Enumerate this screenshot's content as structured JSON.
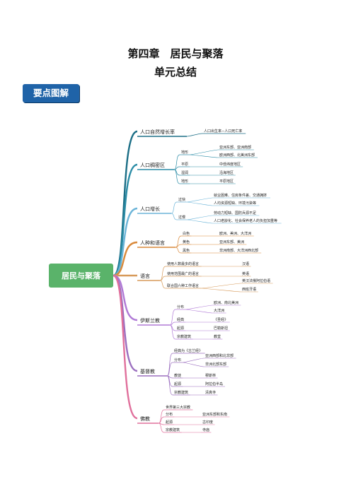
{
  "header": {
    "title": "第四章　居民与聚落",
    "subtitle": "单元总结",
    "badge": "要点图解"
  },
  "root": {
    "label": "居民与聚落",
    "color": "#5ab36a"
  },
  "branches": [
    {
      "label": "人口自然增长率",
      "color": "#1b6e86",
      "items": [
        {
          "label": "人口出生率−人口死亡率"
        }
      ]
    },
    {
      "label": "人口稠密区",
      "color": "#2b8ca6",
      "items": [
        {
          "label": "地形",
          "subs": [
            "亚洲东部、亚洲南部",
            "欧洲西部、北美洲东部"
          ]
        },
        {
          "label": "平原",
          "subs": [
            "中低纬度地区"
          ]
        },
        {
          "label": "湿润",
          "subs": [
            "沿海地区"
          ]
        },
        {
          "label": "地形",
          "subs": [
            "平原地区"
          ]
        }
      ]
    },
    {
      "label": "人口增长",
      "color": "#6bb4d8",
      "items": [
        {
          "label": "过快",
          "subs": [
            "就业困难、住房条件差、交通拥挤",
            "人均资源短缺、环境污染等"
          ]
        },
        {
          "label": "过慢",
          "subs": [
            "劳动力短缺、国防兵源不足",
            "人口老龄化、社会保养老人的负担加重等"
          ]
        }
      ]
    },
    {
      "label": "人种和语言",
      "color": "#d9893a",
      "items": [
        {
          "label": "白色",
          "subs": [
            "欧洲、美洲、大洋洲"
          ]
        },
        {
          "label": "黄色",
          "subs": [
            "亚洲东部、美洲"
          ]
        },
        {
          "label": "黑色",
          "subs": [
            "非洲南部、大洋洲西北部"
          ]
        }
      ]
    },
    {
      "label": "语言",
      "color": "#d79a5a",
      "items": [
        {
          "label": "使用人数最多的语言",
          "subs": [
            "汉语"
          ]
        },
        {
          "label": "使用范围最广的语言",
          "subs": [
            "英语"
          ]
        },
        {
          "label": "联合国六种工作语言",
          "subs": [
            "英汉法俄阿拉伯语",
            "西班牙语"
          ]
        }
      ]
    },
    {
      "label": "伊斯兰教",
      "color": "#b07ad6",
      "items": [
        {
          "label": "分布",
          "subs": [
            "欧洲、南北美洲",
            "大洋洲"
          ]
        },
        {
          "label": "经典",
          "subs": [
            "《圣经》"
          ]
        },
        {
          "label": "起源",
          "subs": [
            "巴勒斯坦"
          ]
        },
        {
          "label": "宗教建筑",
          "subs": [
            "教堂"
          ]
        }
      ]
    },
    {
      "label": "基督教",
      "color": "#9b6fbf",
      "items": [
        {
          "label": "经典为《古兰经》",
          "subs": []
        },
        {
          "label": "分布",
          "subs": [
            "亚洲西部和北非部",
            "非洲北部东部"
          ]
        },
        {
          "label": "教徒",
          "subs": [
            "穆斯林"
          ]
        },
        {
          "label": "起源",
          "subs": [
            "阿拉伯半岛"
          ]
        },
        {
          "label": "宗教建筑",
          "subs": [
            "清真寺"
          ]
        }
      ]
    },
    {
      "label": "佛教",
      "color": "#e0709c",
      "items": [
        {
          "label": "世界第三大宗教",
          "subs": []
        },
        {
          "label": "分布",
          "subs": [
            "亚洲东部和东南"
          ]
        },
        {
          "label": "起源",
          "subs": [
            "古印度"
          ]
        },
        {
          "label": "宗教建筑",
          "subs": [
            "寺庙"
          ]
        }
      ]
    }
  ]
}
